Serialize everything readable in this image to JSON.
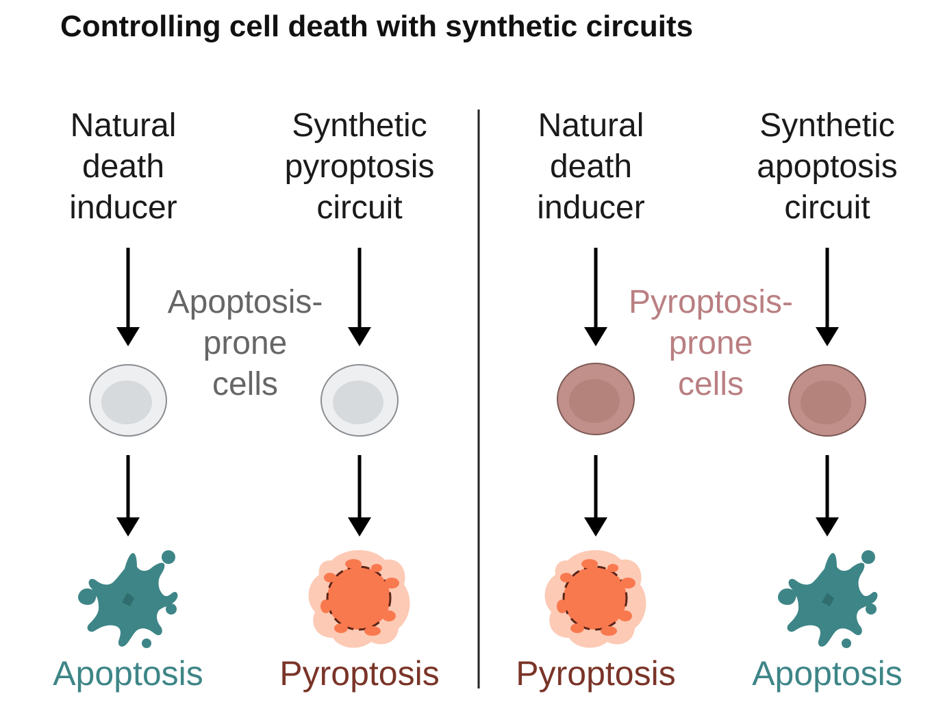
{
  "title": "Controlling cell death with synthetic circuits",
  "colors": {
    "text": "#1a1a1a",
    "grey_label": "#666666",
    "pink_label": "#b97f82",
    "apoptosis": "#3e8587",
    "pyroptosis": "#7a3428",
    "grey_cell_fill": "#edeff1",
    "grey_cell_nucleus": "#d7dadd",
    "pink_cell_fill": "#c1908a",
    "pink_cell_nucleus": "#b4837c",
    "orange_core": "#f9794f",
    "orange_halo": "#fccab5"
  },
  "left_panel": {
    "inducer": [
      "Natural",
      "death",
      "inducer"
    ],
    "circuit": [
      "Synthetic",
      "pyroptosis",
      "circuit"
    ],
    "cell_label": [
      "Apoptosis-",
      "prone",
      "cells"
    ],
    "outcome_left": "Apoptosis",
    "outcome_right": "Pyroptosis"
  },
  "right_panel": {
    "inducer": [
      "Natural",
      "death",
      "inducer"
    ],
    "circuit": [
      "Synthetic",
      "apoptosis",
      "circuit"
    ],
    "cell_label": [
      "Pyroptosis-",
      "prone",
      "cells"
    ],
    "outcome_left": "Pyroptosis",
    "outcome_right": "Apoptosis"
  },
  "icons": {
    "grey_cell": "apoptosis-prone-cell-icon",
    "pink_cell": "pyroptosis-prone-cell-icon",
    "apoptotic_body": "apoptotic-cell-icon",
    "pyroptotic_body": "pyroptotic-cell-icon",
    "arrow": "down-arrow-icon"
  }
}
